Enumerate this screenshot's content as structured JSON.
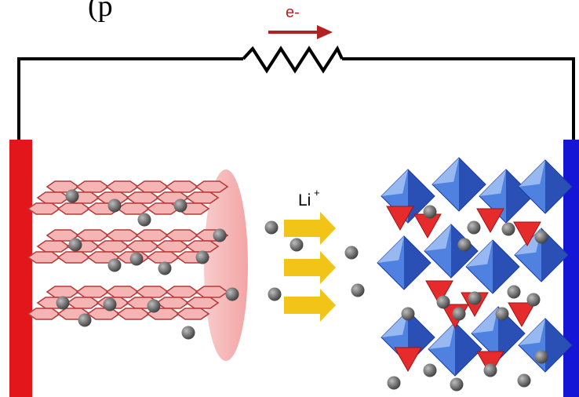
{
  "header": {
    "partial_text": "(p"
  },
  "circuit": {
    "electron_label": "e-",
    "electron_color": "#b22222",
    "wire_color": "#000000"
  },
  "electrodes": {
    "left_color": "#e3171b",
    "right_color": "#1515d6"
  },
  "ion_flow": {
    "ion_label": "Li",
    "ion_charge": "+",
    "arrow_color": "#f2c418"
  },
  "anode": {
    "layer_color": "#f5b5b5",
    "edge_color": "#b83a3a"
  },
  "cathode": {
    "octahedron_color": "#4f82e0",
    "tetrahedron_color": "#e52b2b"
  },
  "particle_color": "#555555"
}
